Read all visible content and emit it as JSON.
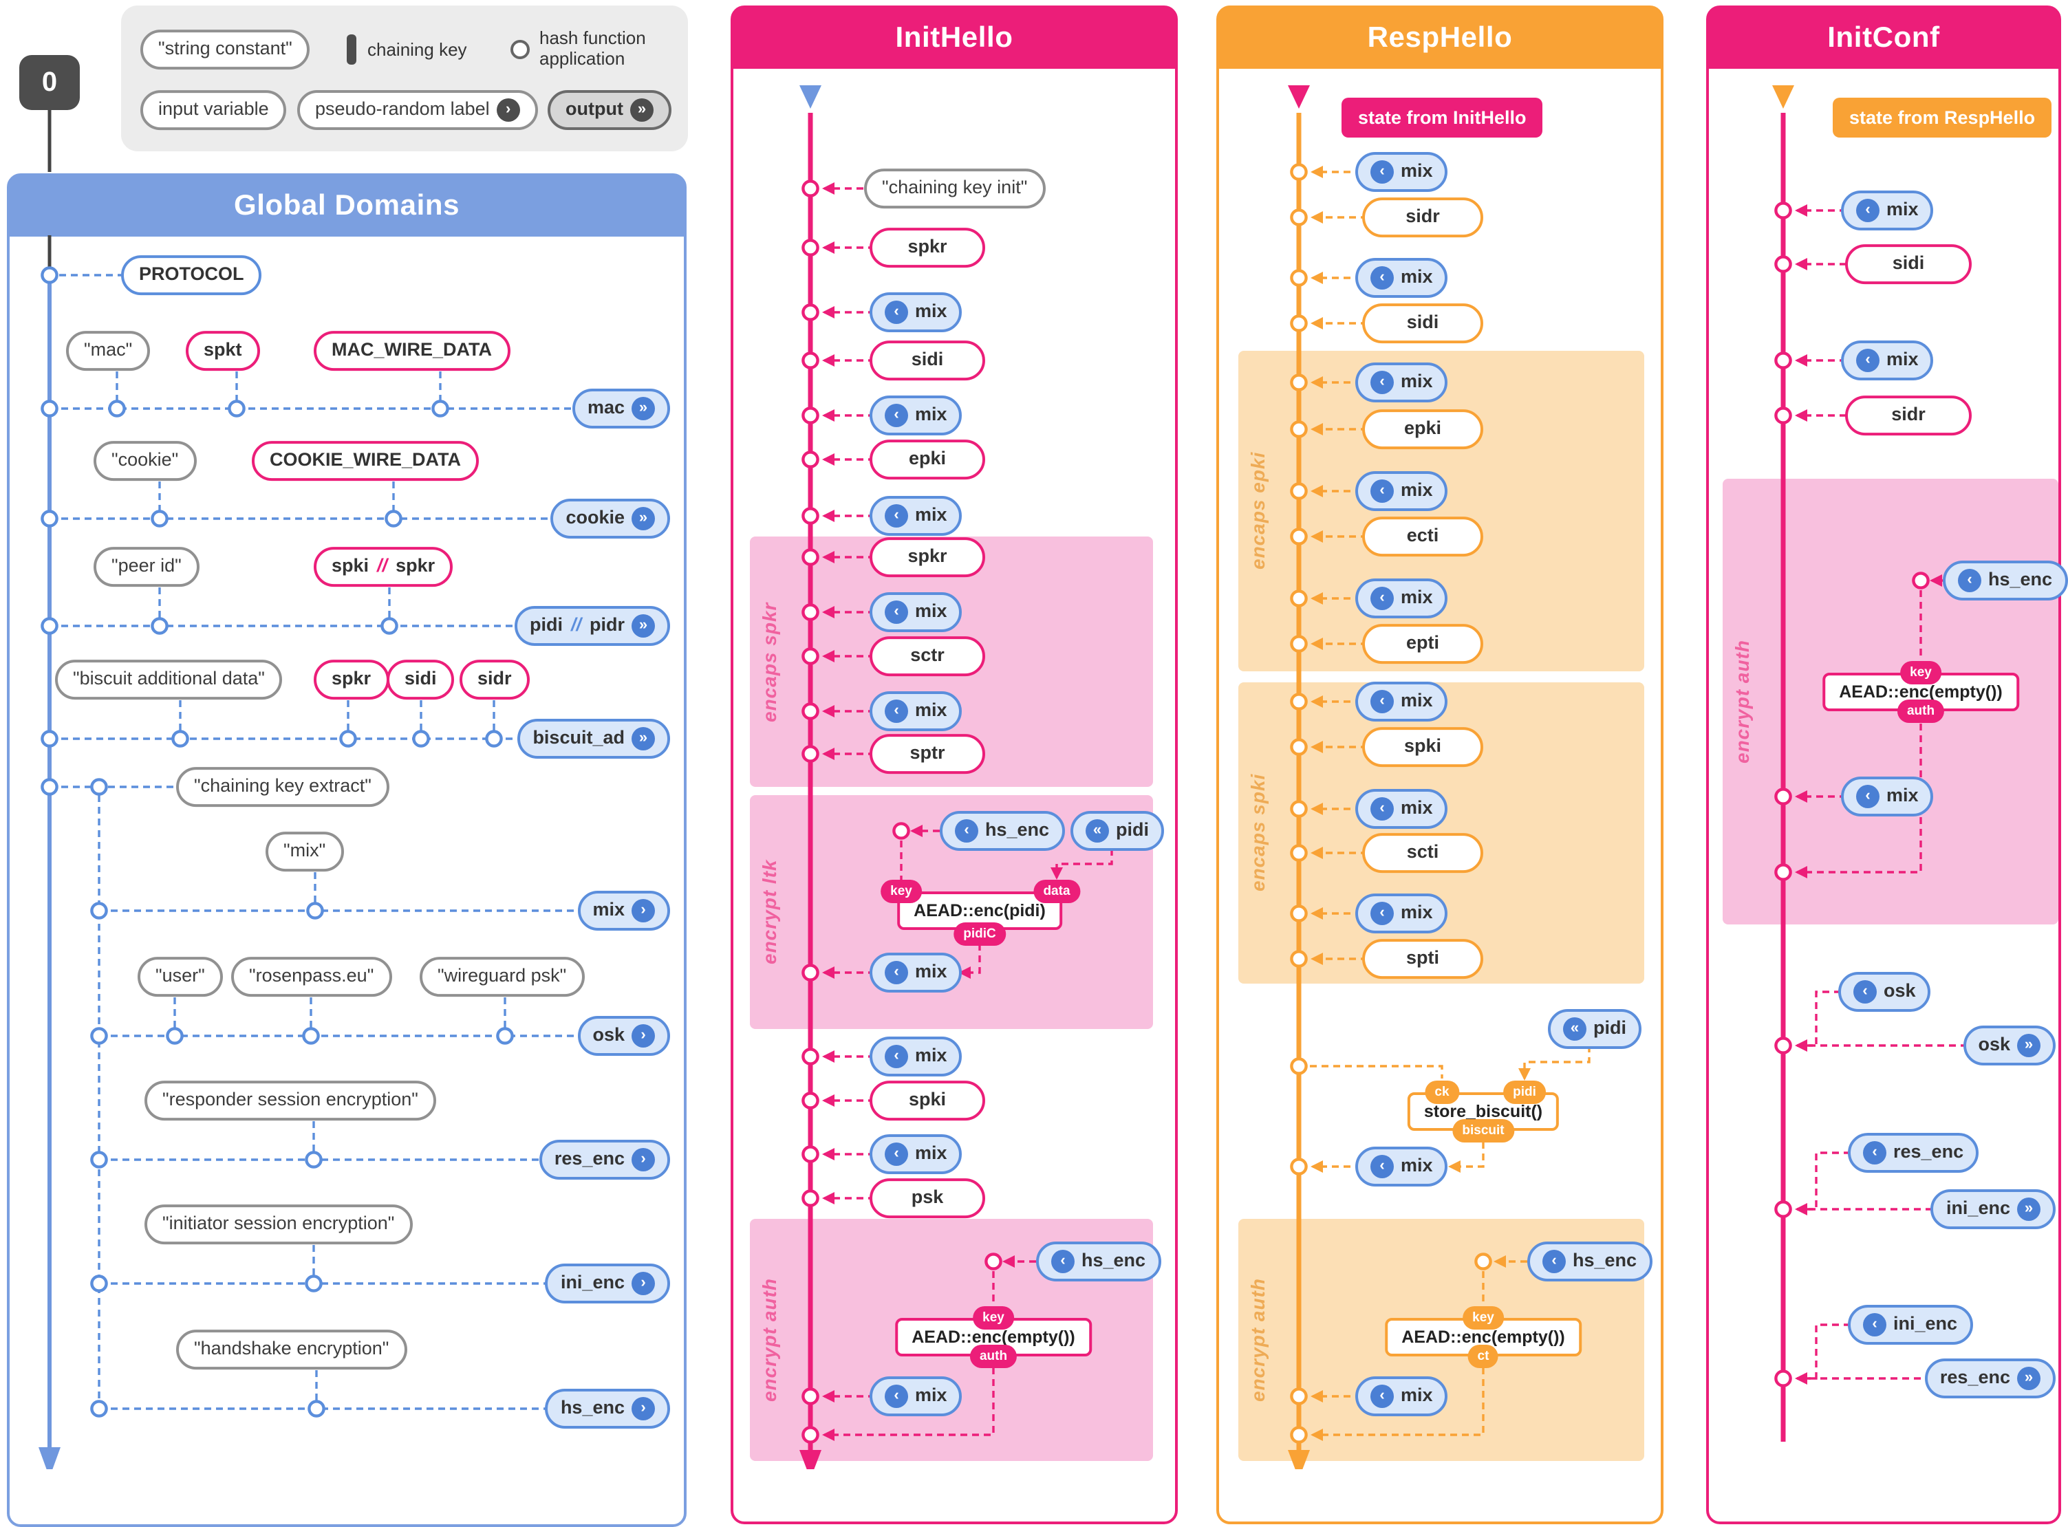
{
  "legend": {
    "string_constant": "\"string constant\"",
    "chaining_key": "chaining key",
    "hash_function": "hash function application",
    "input_variable": "input variable",
    "pseudo_random_label": "pseudo-random label",
    "output": "output"
  },
  "chain_start": "0",
  "mix": "mix",
  "global": {
    "title": "Global Domains",
    "protocol": "PROTOCOL",
    "mac_row": {
      "c": "\"mac\"",
      "spkt": "spkt",
      "wire": "MAC_WIRE_DATA",
      "out": "mac"
    },
    "cookie_row": {
      "c": "\"cookie\"",
      "wire": "COOKIE_WIRE_DATA",
      "out": "cookie"
    },
    "peer_row": {
      "c": "\"peer id\"",
      "spki": "spki",
      "spkr": "spkr",
      "out_a": "pidi",
      "out_b": "pidr"
    },
    "biscuit_row": {
      "c": "\"biscuit additional data\"",
      "spkr": "spkr",
      "sidi": "sidi",
      "sidr": "sidr",
      "out": "biscuit_ad"
    },
    "cke": "\"chaining key extract\"",
    "mix_row": {
      "c": "\"mix\"",
      "out": "mix"
    },
    "osk_row": {
      "user": "\"user\"",
      "domain": "\"rosenpass.eu\"",
      "wg": "\"wireguard psk\"",
      "out": "osk"
    },
    "res_row": {
      "c": "\"responder session encryption\"",
      "out": "res_enc"
    },
    "ini_row": {
      "c": "\"initiator session encryption\"",
      "out": "ini_enc"
    },
    "hs_row": {
      "c": "\"handshake encryption\"",
      "out": "hs_enc"
    }
  },
  "inithello": {
    "title": "InitHello",
    "steps": {
      "cki": "\"chaining key init\"",
      "spkr": "spkr",
      "sidi": "sidi",
      "epki": "epki",
      "sctr": "sctr",
      "sptr": "sptr",
      "spki": "spki",
      "psk": "psk"
    },
    "regions": {
      "encaps_spkr": "encaps spkr",
      "encrypt_ltk": "encrypt ltk",
      "encrypt_auth": "encrypt auth"
    },
    "ltk": {
      "hs_enc": "hs_enc",
      "pidi": "pidi",
      "box": "AEAD::enc(pidi)",
      "key": "key",
      "data": "data",
      "out": "pidiC"
    },
    "auth": {
      "hs_enc": "hs_enc",
      "box": "AEAD::enc(empty())",
      "key": "key",
      "out": "auth"
    }
  },
  "resphello": {
    "title": "RespHello",
    "state_badge": "state from InitHello",
    "steps": {
      "sidr": "sidr",
      "sidi": "sidi",
      "epki": "epki",
      "ecti": "ecti",
      "epti": "epti",
      "spki": "spki",
      "scti": "scti",
      "spti": "spti"
    },
    "regions": {
      "encaps_epki": "encaps epki",
      "encaps_spki": "encaps spki",
      "encrypt_auth": "encrypt auth"
    },
    "biscuit": {
      "pidi": "pidi",
      "box": "store_biscuit()",
      "ck": "ck",
      "pidi_in": "pidi",
      "out": "biscuit"
    },
    "auth": {
      "hs_enc": "hs_enc",
      "box": "AEAD::enc(empty())",
      "key": "key",
      "out": "ct"
    }
  },
  "initconf": {
    "title": "InitConf",
    "state_badge": "state from RespHello",
    "steps": {
      "sidi": "sidi",
      "sidr": "sidr"
    },
    "regions": {
      "encrypt_auth": "encrypt auth"
    },
    "auth": {
      "hs_enc": "hs_enc",
      "box": "AEAD::enc(empty())",
      "key": "key",
      "out": "auth"
    },
    "outputs": {
      "osk_in": "osk",
      "osk_out": "osk",
      "res_in": "res_enc",
      "ini_out": "ini_enc",
      "ini_in": "ini_enc",
      "res_out": "res_enc"
    }
  }
}
